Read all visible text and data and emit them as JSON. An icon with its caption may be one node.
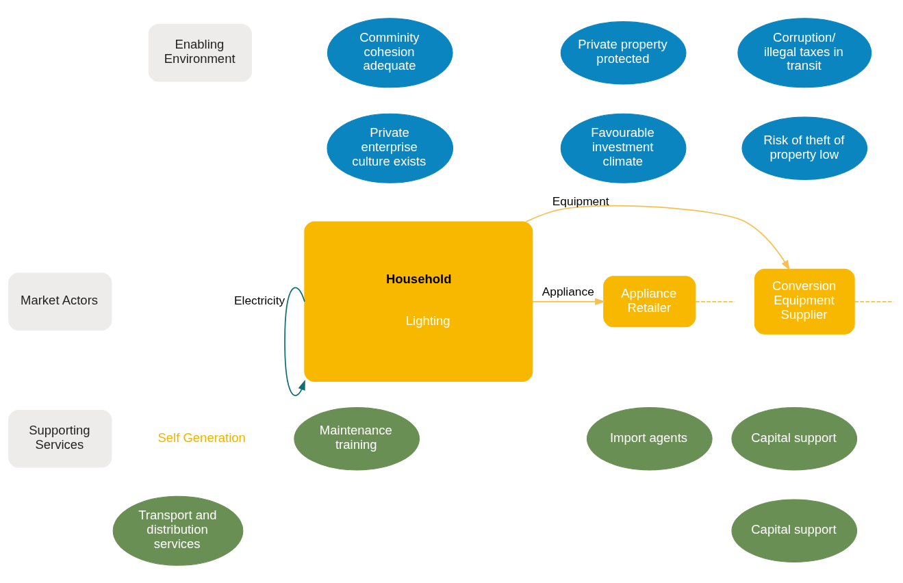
{
  "diagram": {
    "nodes": [
      {
        "text": [
          "Enabling Environment"
        ]
      },
      {
        "text": [
          "Comminity cohesion adequate"
        ]
      },
      {
        "text": [
          "Private property protected"
        ]
      },
      {
        "text": [
          "Corruption/ illegal taxes in transit"
        ]
      },
      {
        "text": [
          "Private enterprise culture exists"
        ]
      },
      {
        "text": [
          "Favourable investment climate"
        ]
      },
      {
        "text": [
          "Risk of theft of property low"
        ]
      },
      {
        "text": [
          "Market Actors"
        ]
      },
      {
        "text": [
          "Household",
          "Lighting"
        ]
      },
      {
        "text": [
          "Appliance Retailer"
        ]
      },
      {
        "text": [
          "Conversion Equipment Supplier"
        ]
      },
      {
        "text": [
          "Supporting Services"
        ]
      },
      {
        "text": [
          "Capital support"
        ]
      },
      {
        "text": [
          "Maintenance training"
        ]
      },
      {
        "text": [
          "Import agents"
        ]
      },
      {
        "text": [
          "Transport and distribution services"
        ]
      },
      {
        "text": [
          "Capital support"
        ]
      }
    ],
    "edges": [
      {
        "from": 8,
        "to": 8,
        "arrow": "to",
        "label": "Electricity",
        "color": "#0f6e73"
      },
      {
        "from": 8,
        "to": 9,
        "arrow": "to",
        "label": "Appliance"
      },
      {
        "from": 8,
        "to": 10,
        "arrow": "to",
        "label": "Equipment"
      },
      {
        "from": 9,
        "to": null,
        "arrow": "none",
        "style": "dashed"
      },
      {
        "from": 10,
        "to": null,
        "arrow": "none",
        "style": "dashed"
      }
    ],
    "labels": [
      "Self Generation"
    ]
  }
}
